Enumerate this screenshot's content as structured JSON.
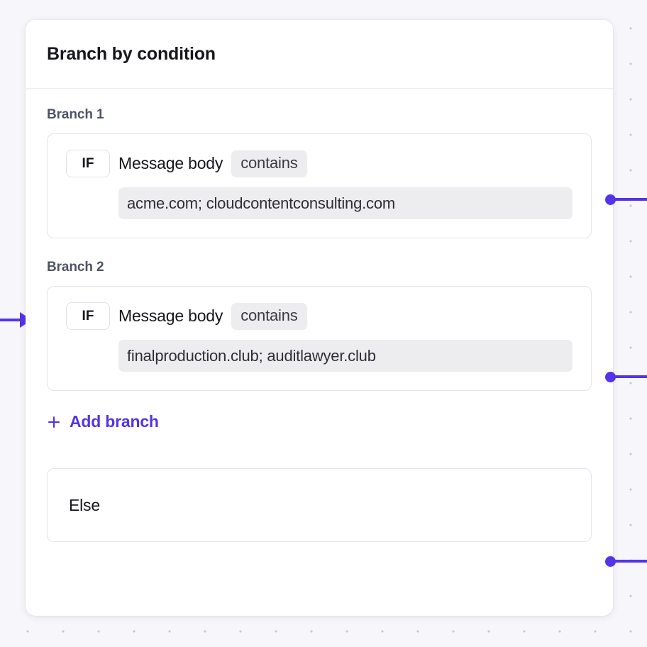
{
  "node": {
    "title": "Branch by condition",
    "branches": [
      {
        "label": "Branch 1",
        "if_chip": "IF",
        "field": "Message body",
        "operator": "contains",
        "value": "acme.com; cloudcontentconsulting.com"
      },
      {
        "label": "Branch 2",
        "if_chip": "IF",
        "field": "Message body",
        "operator": "contains",
        "value": "finalproduction.club; auditlawyer.club"
      }
    ],
    "add_branch": {
      "label": "Add branch",
      "icon": "plus-icon"
    },
    "else": {
      "label": "Else"
    }
  },
  "connectors": {
    "input_arrow_icon": "arrow-right-icon",
    "output_port_icon": "connector-port-icon"
  },
  "colors": {
    "accent": "#5433e8",
    "canvas_background": "#f7f6fa",
    "card_background": "#ffffff",
    "chip_background": "#ededf0",
    "border": "#e4e2ec",
    "text_primary": "#16161d",
    "text_secondary": "#4c5464"
  }
}
